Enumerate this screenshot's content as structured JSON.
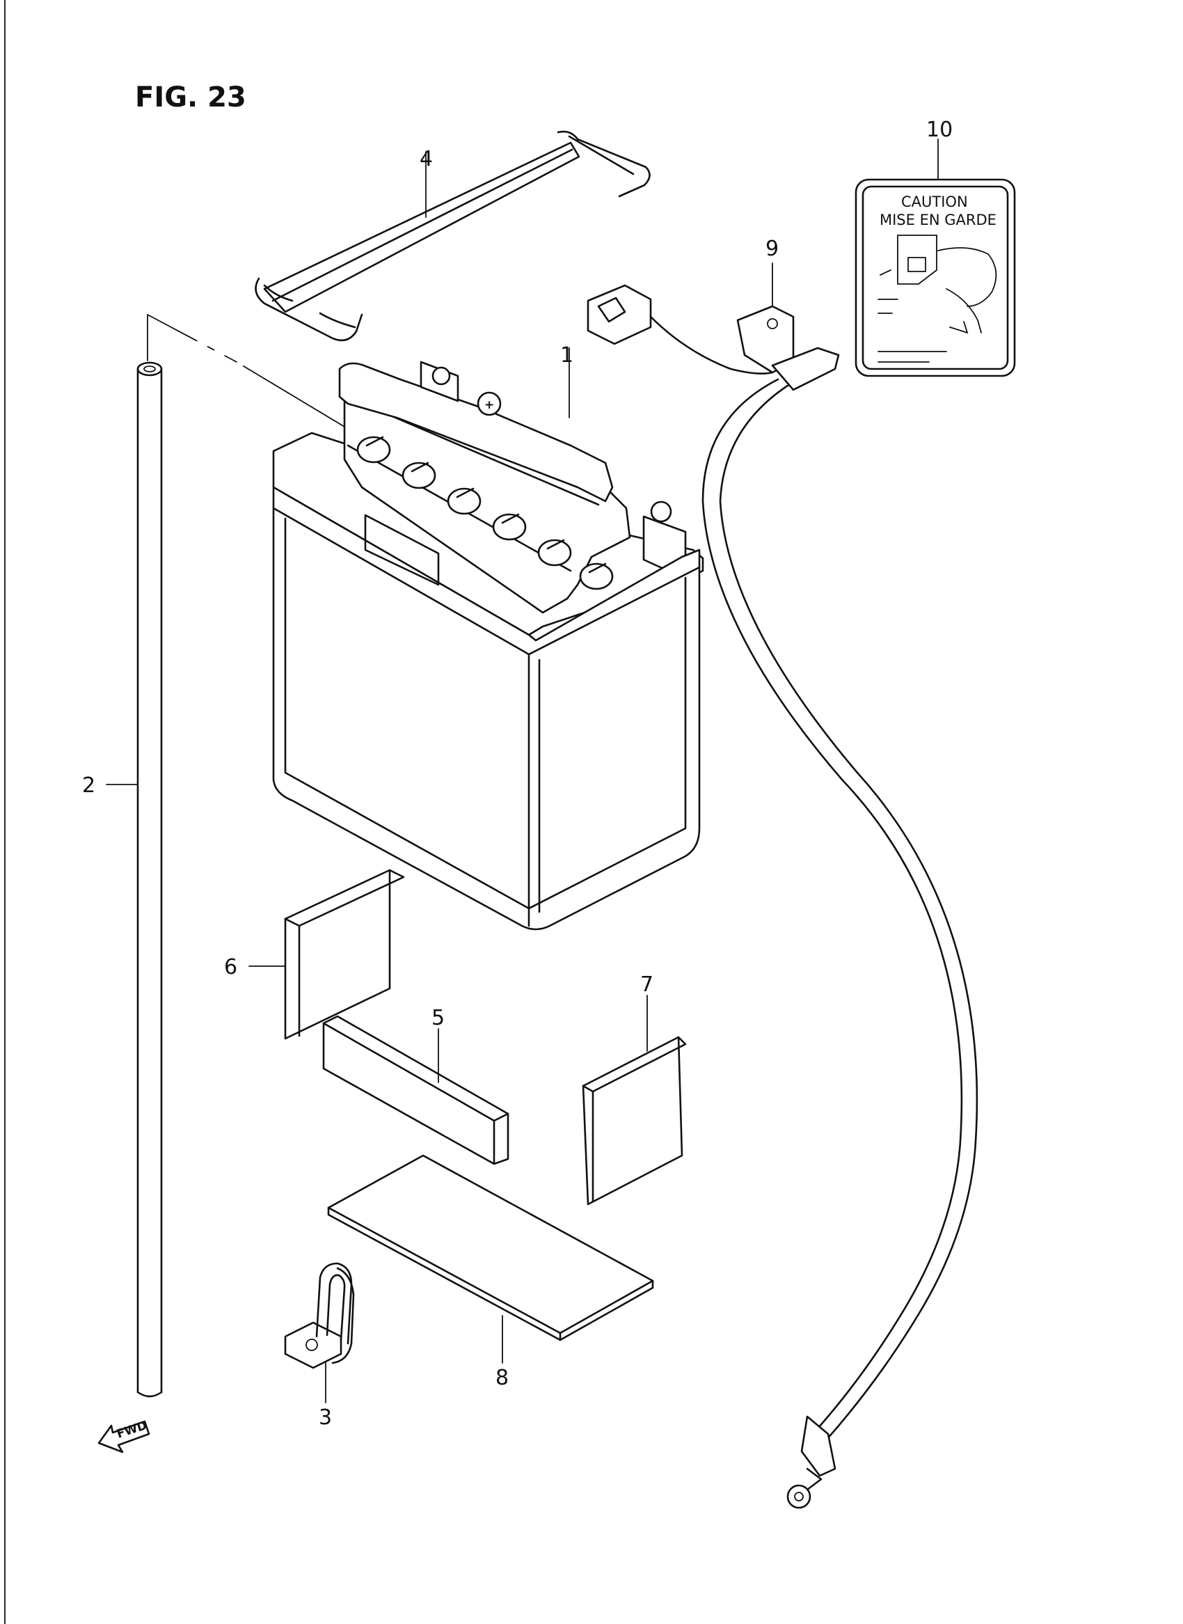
{
  "figure": {
    "title": "FIG. 23"
  },
  "callouts": {
    "battery": "1",
    "breather_hose": "2",
    "hose_clamp": "3",
    "battery_band": "4",
    "cushion_front": "5",
    "cushion_side": "6",
    "cushion_rear": "7",
    "cushion_bottom": "8",
    "cable_9": "9",
    "caution_label": "10"
  },
  "caution_label": {
    "line1": "CAUTION",
    "line2": "MISE EN GARDE"
  },
  "fwd_marker": {
    "text": "FWD"
  }
}
